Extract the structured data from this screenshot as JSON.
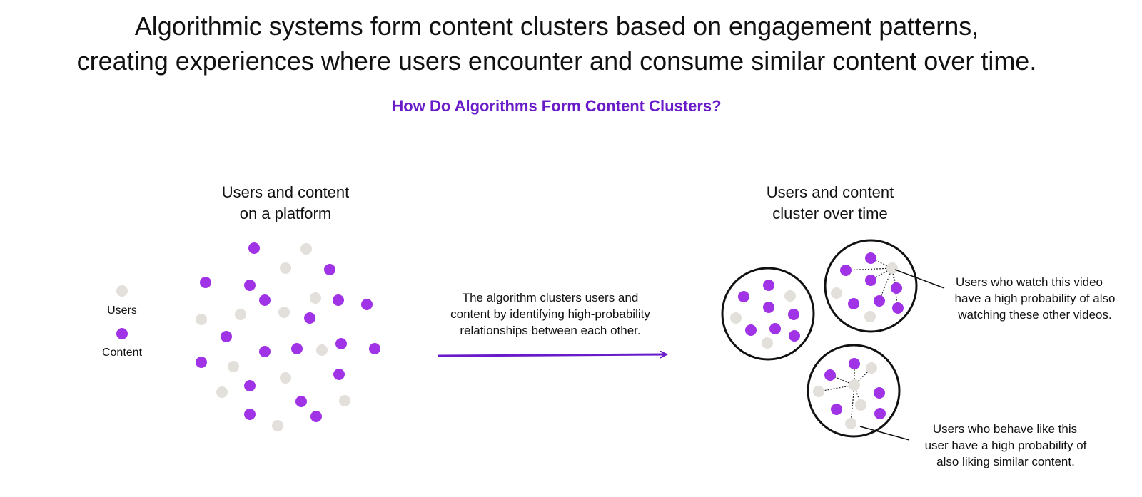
{
  "headline": {
    "line1": "Algorithmic systems form content clusters based on engagement patterns,",
    "line2": "creating experiences where users encounter and consume similar content over time."
  },
  "subheading": "How Do Algorithms Form Content Clusters?",
  "colors": {
    "user_dot": "#e3dfdb",
    "content_dot": "#a033e6",
    "arrow": "#6a1bc9",
    "subheading": "#6a1bc9"
  },
  "legend": {
    "users_label": "Users",
    "content_label": "Content"
  },
  "left_panel": {
    "title_line1": "Users and content",
    "title_line2": "on a platform"
  },
  "middle": {
    "line1": "The algorithm clusters users and",
    "line2": "content by identifying high-probability",
    "line3": "relationships between each other."
  },
  "right_panel": {
    "title_line1": "Users and content",
    "title_line2": "cluster over time"
  },
  "annotation_top": {
    "line1": "Users who watch this video",
    "line2": "have a high probability of also",
    "line3": "watching these other videos."
  },
  "annotation_bottom": {
    "line1": "Users who behave like this",
    "line2": "user have a high probability of",
    "line3": "also liking similar content."
  }
}
